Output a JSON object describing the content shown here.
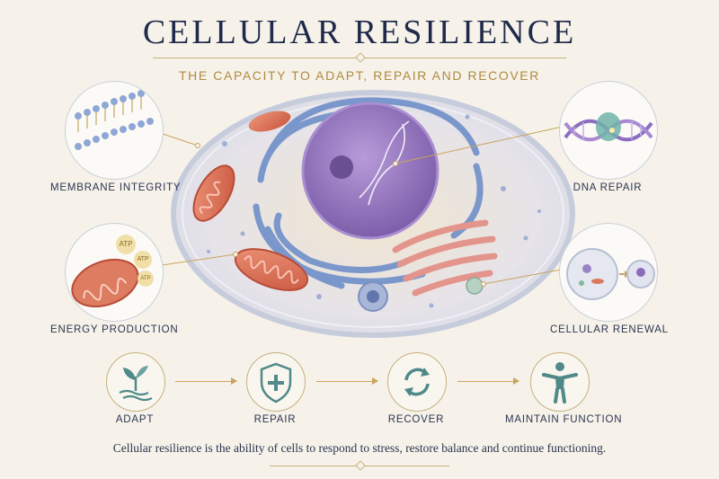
{
  "header": {
    "title": "CELLULAR RESILIENCE",
    "subtitle": "THE CAPACITY TO ADAPT, REPAIR AND RECOVER"
  },
  "callouts": {
    "membrane": "MEMBRANE INTEGRITY",
    "dna": "DNA REPAIR",
    "energy": "ENERGY PRODUCTION",
    "renewal": "CELLULAR RENEWAL",
    "atp": [
      "ATP",
      "ATP",
      "ATP"
    ]
  },
  "process": {
    "steps": [
      "ADAPT",
      "REPAIR",
      "RECOVER",
      "MAINTAIN FUNCTION"
    ],
    "icons": [
      "sprout-icon",
      "shield-plus-icon",
      "recycle-arrows-icon",
      "person-icon"
    ]
  },
  "footer": {
    "text": "Cellular resilience is the ability of cells to respond to stress, restore balance and continue functioning."
  },
  "colors": {
    "background": "#f6f2ea",
    "navy": "#1f2a4a",
    "gold": "#b08a3e",
    "teal": "#4f8a88",
    "nucleus": "#8a6bb8",
    "er": "#6f8fc9",
    "mitochondria": "#d9705a"
  }
}
